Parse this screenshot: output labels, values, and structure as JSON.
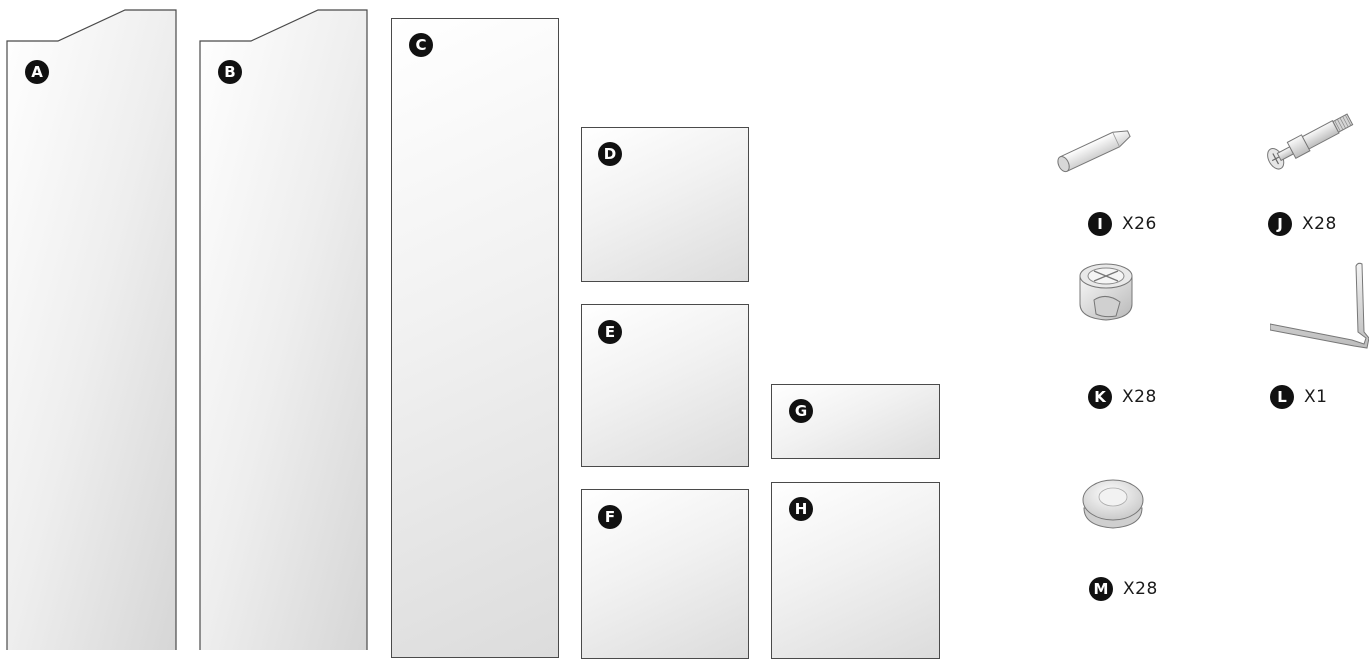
{
  "panels": {
    "A": {
      "letter": "A"
    },
    "B": {
      "letter": "B"
    },
    "C": {
      "letter": "C"
    },
    "D": {
      "letter": "D"
    },
    "E": {
      "letter": "E"
    },
    "F": {
      "letter": "F"
    },
    "G": {
      "letter": "G"
    },
    "H": {
      "letter": "H"
    }
  },
  "hardware": [
    {
      "letter": "I",
      "quantity": "X26",
      "icon": "wooden-dowel-icon"
    },
    {
      "letter": "J",
      "quantity": "X28",
      "icon": "cam-bolt-icon"
    },
    {
      "letter": "K",
      "quantity": "X28",
      "icon": "cam-lock-nut-icon"
    },
    {
      "letter": "L",
      "quantity": "X1",
      "icon": "allen-key-icon"
    },
    {
      "letter": "M",
      "quantity": "X28",
      "icon": "cover-cap-icon"
    }
  ]
}
